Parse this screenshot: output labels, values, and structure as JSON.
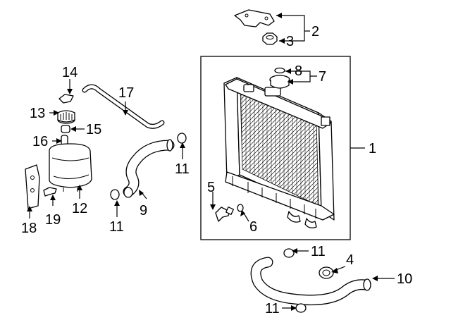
{
  "diagram": {
    "callouts": [
      {
        "id": "1",
        "label": "1",
        "part": "radiator"
      },
      {
        "id": "2",
        "label": "2",
        "part": "bracket"
      },
      {
        "id": "3",
        "label": "3",
        "part": "nut"
      },
      {
        "id": "4",
        "label": "4",
        "part": "clamp"
      },
      {
        "id": "5",
        "label": "5",
        "part": "drain-plug"
      },
      {
        "id": "6",
        "label": "6",
        "part": "o-ring"
      },
      {
        "id": "7",
        "label": "7",
        "part": "radiator-cap-assembly"
      },
      {
        "id": "8",
        "label": "8",
        "part": "cap-seal"
      },
      {
        "id": "9",
        "label": "9",
        "part": "upper-hose"
      },
      {
        "id": "10",
        "label": "10",
        "part": "lower-hose"
      },
      {
        "id": "11a",
        "label": "11",
        "part": "hose-clamp"
      },
      {
        "id": "11b",
        "label": "11",
        "part": "hose-clamp"
      },
      {
        "id": "11c",
        "label": "11",
        "part": "hose-clamp"
      },
      {
        "id": "11d",
        "label": "11",
        "part": "hose-clamp"
      },
      {
        "id": "12",
        "label": "12",
        "part": "reservoir-tank"
      },
      {
        "id": "13",
        "label": "13",
        "part": "reservoir-cap"
      },
      {
        "id": "14",
        "label": "14",
        "part": "clip"
      },
      {
        "id": "15",
        "label": "15",
        "part": "grommet"
      },
      {
        "id": "16",
        "label": "16",
        "part": "connector"
      },
      {
        "id": "17",
        "label": "17",
        "part": "overflow-hose"
      },
      {
        "id": "18",
        "label": "18",
        "part": "tank-bracket"
      },
      {
        "id": "19",
        "label": "19",
        "part": "fitting"
      }
    ]
  }
}
